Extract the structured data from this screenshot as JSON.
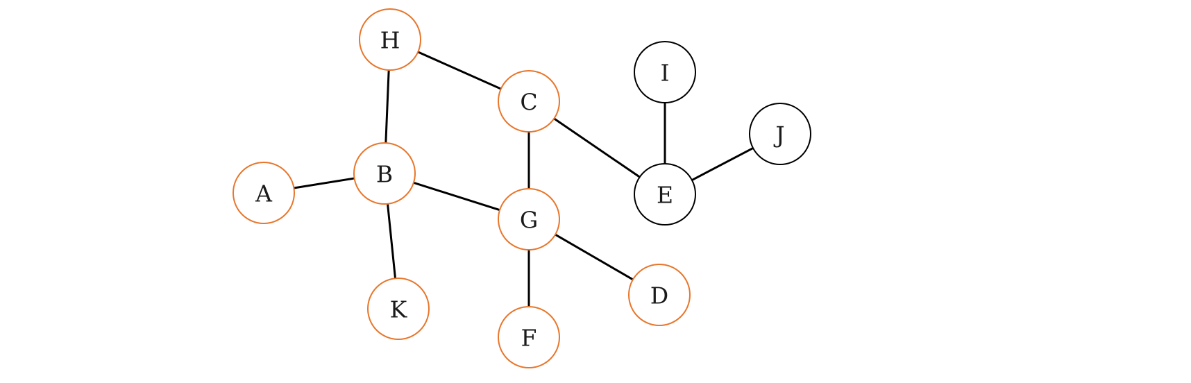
{
  "colors": {
    "highlight": "#E8762B",
    "default": "#000000",
    "edge": "#000000"
  },
  "nodes": [
    {
      "id": "H",
      "label": "H",
      "highlighted": true
    },
    {
      "id": "C",
      "label": "C",
      "highlighted": true
    },
    {
      "id": "I",
      "label": "I",
      "highlighted": false
    },
    {
      "id": "J",
      "label": "J",
      "highlighted": false
    },
    {
      "id": "A",
      "label": "A",
      "highlighted": true
    },
    {
      "id": "B",
      "label": "B",
      "highlighted": true
    },
    {
      "id": "G",
      "label": "G",
      "highlighted": true
    },
    {
      "id": "E",
      "label": "E",
      "highlighted": false
    },
    {
      "id": "K",
      "label": "K",
      "highlighted": true
    },
    {
      "id": "F",
      "label": "F",
      "highlighted": true
    },
    {
      "id": "D",
      "label": "D",
      "highlighted": true
    }
  ],
  "edges": [
    {
      "from": "H",
      "to": "B"
    },
    {
      "from": "H",
      "to": "C"
    },
    {
      "from": "A",
      "to": "B"
    },
    {
      "from": "B",
      "to": "G"
    },
    {
      "from": "B",
      "to": "K"
    },
    {
      "from": "C",
      "to": "G"
    },
    {
      "from": "C",
      "to": "E"
    },
    {
      "from": "G",
      "to": "F"
    },
    {
      "from": "G",
      "to": "D"
    },
    {
      "from": "I",
      "to": "E"
    },
    {
      "from": "E",
      "to": "J"
    }
  ]
}
